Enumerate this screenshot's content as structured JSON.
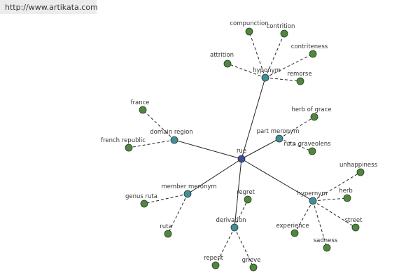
{
  "header": {
    "url": "http://www.artikata.com"
  },
  "colors": {
    "root": "#3a4f9a",
    "relation": "#3f8f98",
    "leaf": "#4a8a3a",
    "edge": "#222222",
    "text": "#333333"
  },
  "graph": {
    "root": {
      "id": "rue",
      "label": "rue"
    },
    "relations": [
      {
        "id": "hyponym",
        "label": "hyponym",
        "leaves": [
          {
            "id": "compunction",
            "label": "compunction"
          },
          {
            "id": "contrition",
            "label": "contrition"
          },
          {
            "id": "contriteness",
            "label": "contriteness"
          },
          {
            "id": "attrition",
            "label": "attrition"
          },
          {
            "id": "remorse",
            "label": "remorse"
          }
        ]
      },
      {
        "id": "domain-region",
        "label": "domain region",
        "leaves": [
          {
            "id": "france",
            "label": "france"
          },
          {
            "id": "french-republic",
            "label": "french republic"
          }
        ]
      },
      {
        "id": "part-meronym",
        "label": "part meronym",
        "leaves": [
          {
            "id": "herb-of-grace",
            "label": "herb of grace"
          },
          {
            "id": "ruta-graveolens",
            "label": "ruta graveolens"
          }
        ]
      },
      {
        "id": "member-meronym",
        "label": "member meronym",
        "leaves": [
          {
            "id": "genus-ruta",
            "label": "genus ruta"
          },
          {
            "id": "ruta",
            "label": "ruta"
          }
        ]
      },
      {
        "id": "derivation",
        "label": "derivation",
        "leaves": [
          {
            "id": "regret",
            "label": "regret"
          },
          {
            "id": "repent",
            "label": "repent"
          },
          {
            "id": "grieve",
            "label": "grieve"
          }
        ]
      },
      {
        "id": "hypernym",
        "label": "hypernym",
        "leaves": [
          {
            "id": "unhappiness",
            "label": "unhappiness"
          },
          {
            "id": "herb",
            "label": "herb"
          },
          {
            "id": "experience",
            "label": "experience"
          },
          {
            "id": "street",
            "label": "street"
          },
          {
            "id": "sadness",
            "label": "sadness"
          }
        ]
      }
    ]
  }
}
